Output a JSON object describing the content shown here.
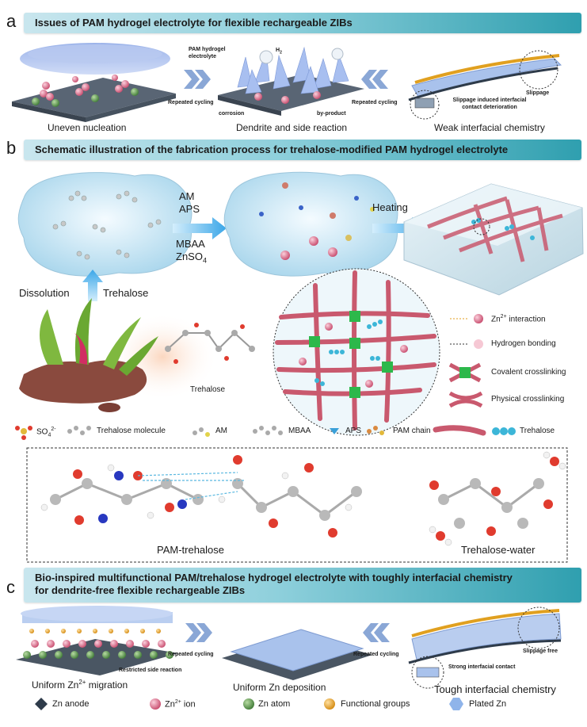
{
  "panel_a": {
    "letter": "a",
    "title": "Issues of PAM hydrogel electrolyte for flexible rechargeable ZIBs",
    "captions": [
      "Uneven nucleation",
      "Dendrite and side reaction",
      "Weak interfacial chemistry"
    ],
    "labels": {
      "pam_hydrogel": "PAM hydrogel electrolyte",
      "h2": "H",
      "h2_sub": "2",
      "corrosion": "corrosion",
      "by_product": "by-product",
      "repeated_cycling_1": "Repeated cycling",
      "repeated_cycling_2": "Repeated cycling",
      "slippage": "Slippage",
      "slippage_induced": "Slippage induced interfacial contact deterioration"
    }
  },
  "panel_b": {
    "letter": "b",
    "title": "Schematic illustration of the fabrication process for trehalose-modified PAM hydrogel electrolyte",
    "reagents": {
      "am": "AM",
      "aps": "APS",
      "mbaa": "MBAA",
      "znso4": "ZnSO",
      "znso4_sub": "4"
    },
    "heating": "Heating",
    "dissolution": "Dissolution",
    "trehalose": "Trehalose",
    "trehalose_molecule_label": "Trehalose",
    "network_legend": [
      {
        "pre": "Zn",
        "sup": "2+",
        "post": " interaction"
      },
      {
        "pre": "Hydrogen bonding",
        "sup": "",
        "post": ""
      },
      {
        "pre": "Covalent crosslinking",
        "sup": "",
        "post": ""
      },
      {
        "pre": "Physical crosslinking",
        "sup": "",
        "post": ""
      }
    ],
    "component_legend": {
      "so4": "SO",
      "so4_sub": "4",
      "so4_sup": "2-",
      "trehalose_molecule": "Trehalose molecule",
      "am": "AM",
      "mbaa": "MBAA",
      "aps": "APS",
      "pam_chain": "PAM chain",
      "trehalose": "Trehalose"
    },
    "models": [
      "PAM-trehalose",
      "Trehalose-water"
    ]
  },
  "panel_c": {
    "letter": "c",
    "title_line1": "Bio-inspired multifunctional PAM/trehalose hydrogel electrolyte with toughly interfacial chemistry",
    "title_line2": "for dendrite-free flexible rechargeable ZIBs",
    "captions": {
      "c1_pre": "Uniform Zn",
      "c1_sup": "2+",
      "c1_post": " migration",
      "c2": "Uniform Zn deposition",
      "c3": "Tough interfacial chemistry"
    },
    "labels": {
      "repeated_cycling_1": "Repeated cycling",
      "repeated_cycling_2": "Repeated cycling",
      "restricted": "Restricted side reaction",
      "strong_contact": "Strong interfacial contact",
      "slippage_free": "Slippage free"
    },
    "legend": {
      "zn_anode": "Zn anode",
      "zn_ion_pre": "Zn",
      "zn_ion_sup": "2+",
      "zn_ion_post": " ion",
      "zn_atom": "Zn atom",
      "functional": "Functional groups",
      "plated": "Plated Zn"
    }
  },
  "colors": {
    "banner_start": "#c9e6ee",
    "banner_end": "#2f9faf",
    "chevron": "#8aa7d6",
    "pam_chain": "#c9596e",
    "crosslink": "#2db84b",
    "trehalose_bead": "#3cb6d8",
    "zn_ion": "#d9708a",
    "zn_atom": "#5d8f4a",
    "functional": "#e39c1c",
    "zn_anode": "#2e3b4a",
    "plated_zn": "#8fb4ea"
  }
}
